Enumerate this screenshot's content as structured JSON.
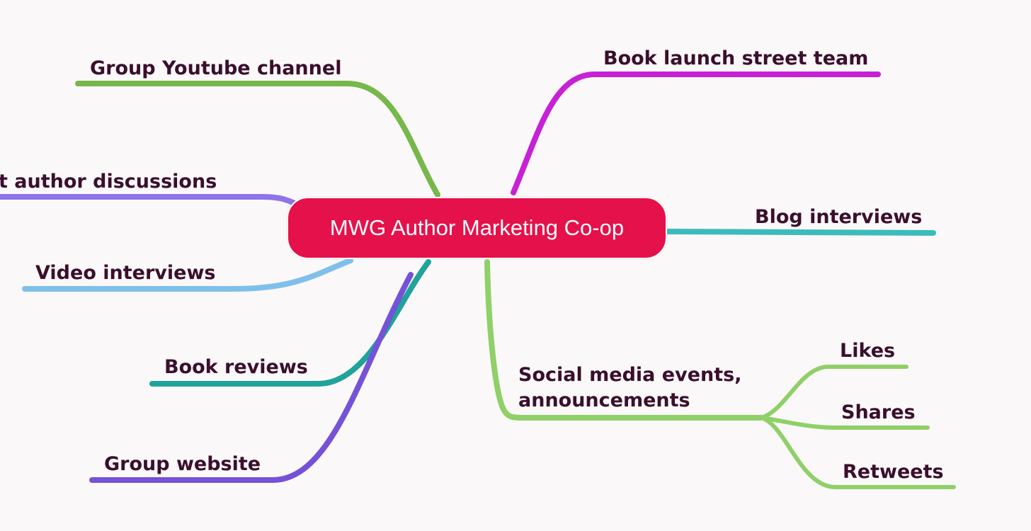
{
  "mindmap": {
    "central": {
      "label": "MWG Author Marketing Co-op",
      "color": "#e5114a"
    },
    "branches": {
      "youtube": {
        "label": "Group Youtube channel",
        "color": "#76b84a"
      },
      "discussions": {
        "label": "t author discussions",
        "color": "#8f73ea"
      },
      "video": {
        "label": "Video interviews",
        "color": "#7fc0ea"
      },
      "reviews": {
        "label": "Book reviews",
        "color": "#1fa39a"
      },
      "website": {
        "label": "Group website",
        "color": "#7552d8"
      },
      "street_team": {
        "label": "Book launch street team",
        "color": "#c820d6"
      },
      "blog": {
        "label": "Blog interviews",
        "color": "#3bbcbb"
      },
      "social": {
        "label_line1": "Social media events,",
        "label_line2": "announcements",
        "color": "#8fd068",
        "children": {
          "likes": "Likes",
          "shares": "Shares",
          "retweets": "Retweets"
        }
      }
    },
    "text_color": "#3a0f2c"
  }
}
